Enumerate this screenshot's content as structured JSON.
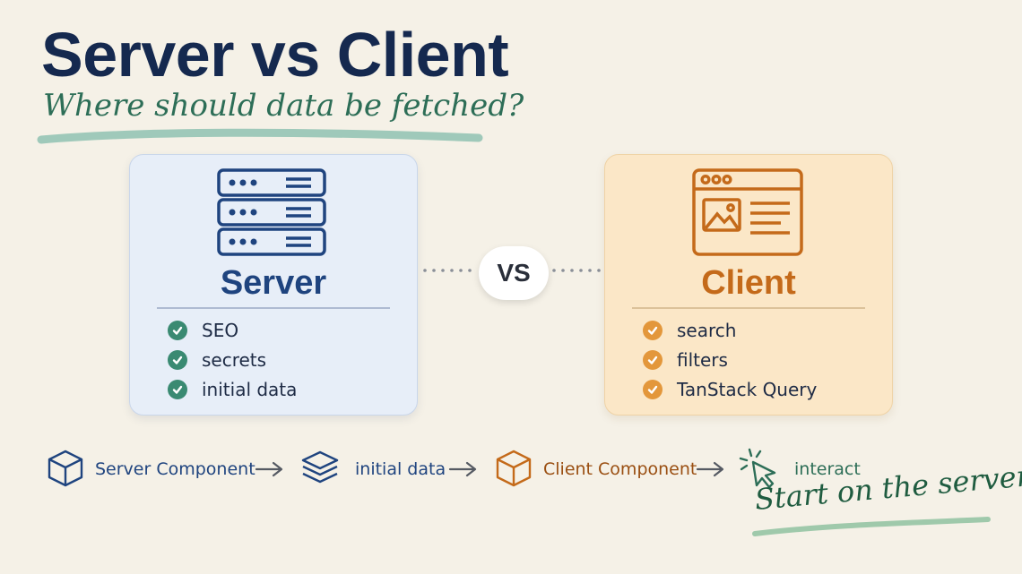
{
  "header": {
    "title": "Server vs Client",
    "subtitle": "Where should data be fetched?"
  },
  "server_card": {
    "icon": "server-rack-icon",
    "title": "Server",
    "features": [
      "SEO",
      "secrets",
      "initial data"
    ],
    "accent": "#1f447f",
    "check_color": "#3a8a72"
  },
  "versus": {
    "label": "VS"
  },
  "client_card": {
    "icon": "browser-window-icon",
    "title": "Client",
    "features": [
      "search",
      "filters",
      "TanStack Query"
    ],
    "accent": "#c46a1a",
    "check_color": "#e3973b"
  },
  "flow": {
    "steps": [
      {
        "icon": "cube-icon",
        "label": "Server Component",
        "color": "#1f447f"
      },
      {
        "icon": "layers-icon",
        "label": "initial data",
        "color": "#1f447f"
      },
      {
        "icon": "cube-icon",
        "label": "Client Component",
        "color": "#9a4f12"
      },
      {
        "icon": "cursor-click-icon",
        "label": "interact",
        "color": "#2d6e57"
      }
    ]
  },
  "footer": {
    "note": "Start on the server"
  }
}
